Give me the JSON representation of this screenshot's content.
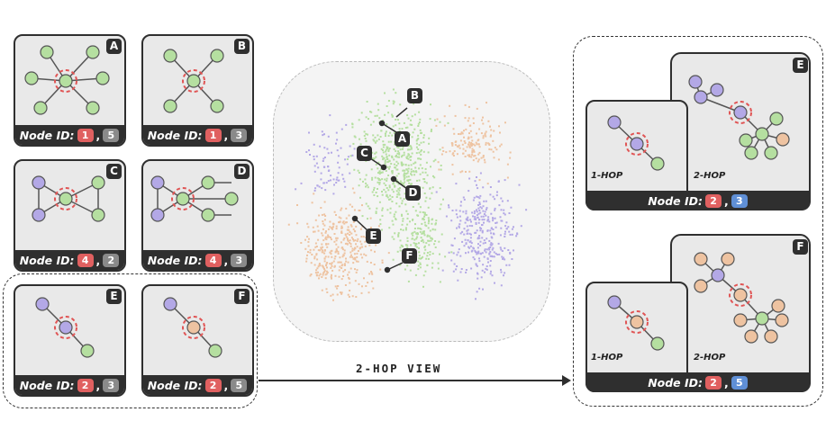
{
  "node_id_label": "Node ID:",
  "cards": [
    {
      "letter": "A",
      "id1": "1",
      "id2": "5"
    },
    {
      "letter": "B",
      "id1": "1",
      "id2": "3"
    },
    {
      "letter": "C",
      "id1": "4",
      "id2": "2"
    },
    {
      "letter": "D",
      "id1": "4",
      "id2": "3"
    },
    {
      "letter": "E",
      "id1": "2",
      "id2": "3"
    },
    {
      "letter": "F",
      "id1": "2",
      "id2": "5"
    }
  ],
  "map_labels": [
    "A",
    "B",
    "C",
    "D",
    "E",
    "F"
  ],
  "view_label": "2-HOP VIEW",
  "hop_views": [
    {
      "letter": "E",
      "id1": "2",
      "id2": "3",
      "hop1": "1-HOP",
      "hop2": "2-HOP"
    },
    {
      "letter": "F",
      "id1": "2",
      "id2": "5",
      "hop1": "1-HOP",
      "hop2": "2-HOP"
    }
  ],
  "colors": {
    "green": "#b5dfa0",
    "purple": "#b3a8e6",
    "orange": "#eec3a1",
    "red_highlight": "#e05555",
    "dark": "#2f2f2f"
  }
}
